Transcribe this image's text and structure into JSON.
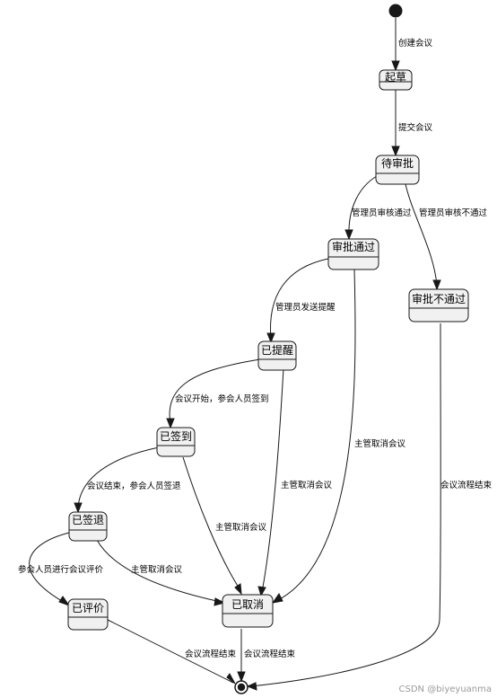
{
  "diagram": {
    "states": {
      "draft": "起草",
      "pending": "待审批",
      "approved": "审批通过",
      "rejected": "审批不通过",
      "reminded": "已提醒",
      "signed_in": "已签到",
      "signed_out": "已签退",
      "evaluated": "已评价",
      "cancelled": "已取消"
    },
    "transitions": {
      "create": "创建会议",
      "submit": "提交会议",
      "admin_approve": "管理员审核通过",
      "admin_reject": "管理员审核不通过",
      "send_reminder": "管理员发送提醒",
      "start_signin": "会议开始，参会人员签到",
      "end_signout": "会议结束，参会人员签退",
      "evaluate": "参会人员进行会议评价",
      "cancel_approved": "主管取消会议",
      "cancel_reminded": "主管取消会议",
      "cancel_signed_in": "主管取消会议",
      "cancel_signed_out": "主管取消会议",
      "rejected_end": "会议流程结束",
      "evaluated_end": "会议流程结束",
      "cancelled_end": "会议流程结束"
    }
  },
  "watermark": "CSDN @biyeyuanma"
}
